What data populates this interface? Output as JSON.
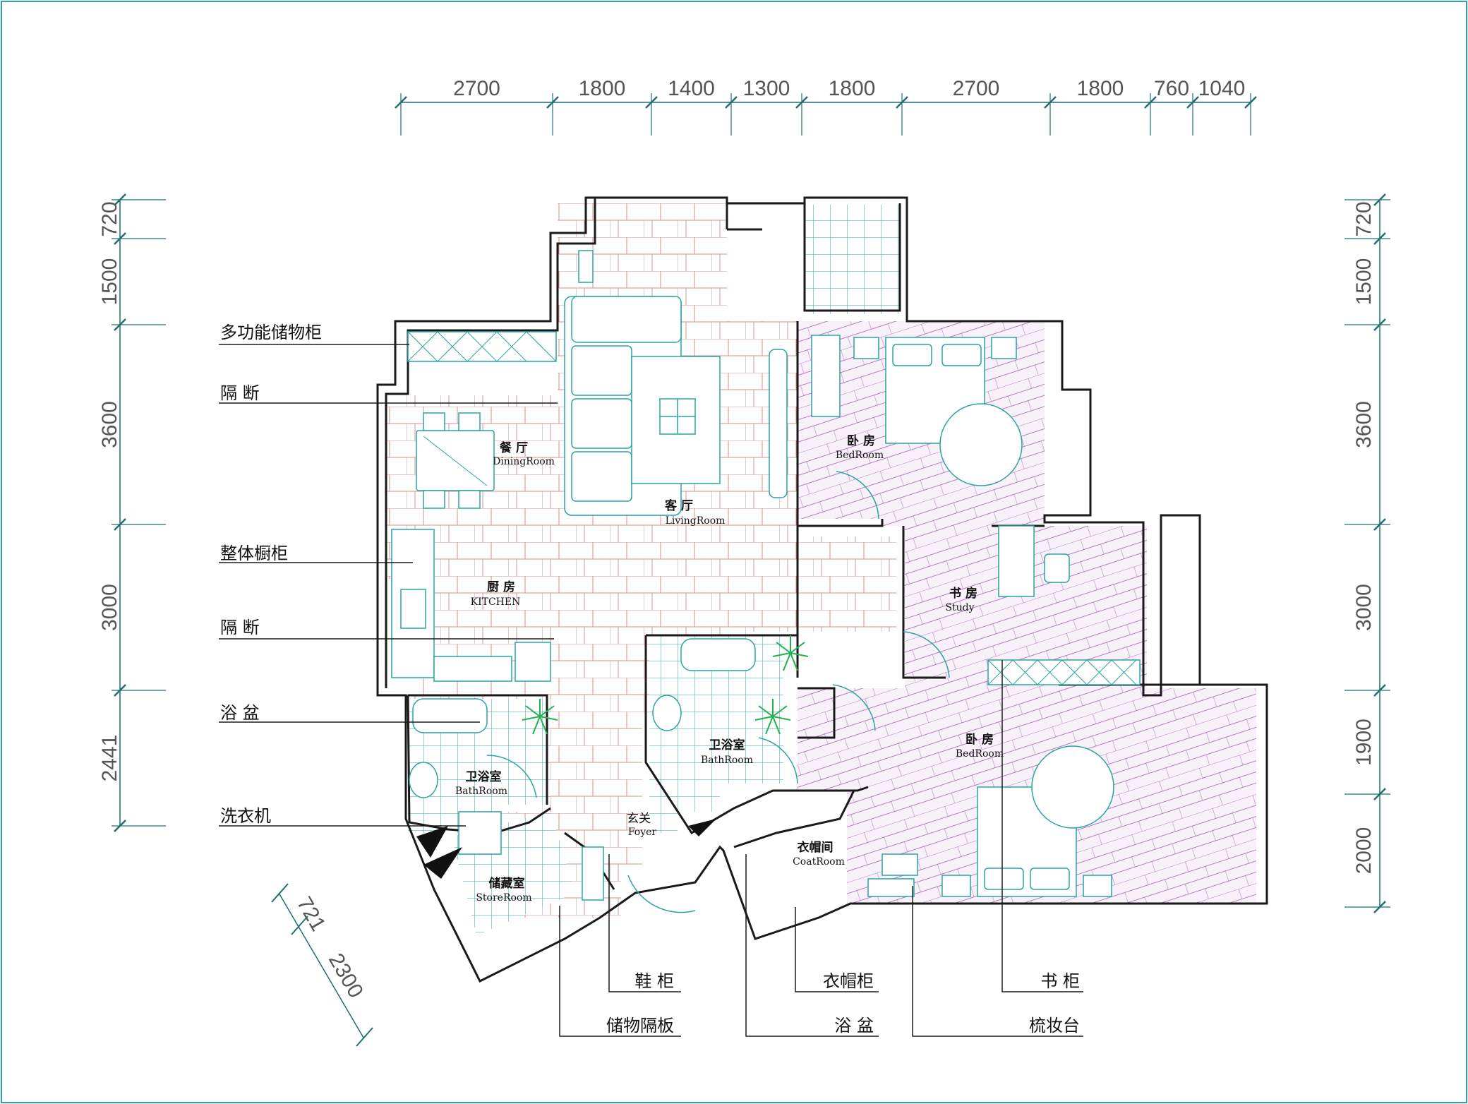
{
  "top_dimensions": [
    "2700",
    "1800",
    "1400",
    "1300",
    "1800",
    "2700",
    "1800",
    "760",
    "1040"
  ],
  "left_dimensions": [
    "720",
    "1500",
    "3600",
    "3000",
    "2441"
  ],
  "right_dimensions": [
    "720",
    "1500",
    "3600",
    "3000",
    "1900",
    "2000"
  ],
  "angled_dimensions": [
    "721",
    "2300"
  ],
  "rooms": {
    "dining": {
      "cn": "餐 厅",
      "en": "DiningRoom"
    },
    "living": {
      "cn": "客 厅",
      "en": "LivingRoom"
    },
    "kitchen": {
      "cn": "厨 房",
      "en": "KITCHEN"
    },
    "bath_left": {
      "cn": "卫浴室",
      "en": "BathRoom"
    },
    "store": {
      "cn": "储藏室",
      "en": "StoreRoom"
    },
    "foyer": {
      "cn": "玄关",
      "en": "Foyer"
    },
    "bath_mid": {
      "cn": "卫浴室",
      "en": "BathRoom"
    },
    "coat": {
      "cn": "衣帽间",
      "en": "CoatRoom"
    },
    "bedroom1": {
      "cn": "卧 房",
      "en": "BedRoom"
    },
    "study": {
      "cn": "书 房",
      "en": "Study"
    },
    "bedroom2": {
      "cn": "卧 房",
      "en": "BedRoom"
    }
  },
  "left_labels": [
    "多功能储物柜",
    "隔 断",
    "整体橱柜",
    "隔 断",
    "浴 盆",
    "洗衣机"
  ],
  "bottom_labels": {
    "shoe_cabinet": "鞋 柜",
    "storage_board": "储物隔板",
    "coat_cabinet": "衣帽柜",
    "bathtub": "浴 盆",
    "bookcase": "书 柜",
    "dresser": "梳妆台"
  },
  "colors": {
    "wall": "#1a1a1a",
    "cyan": "#2aa3a3",
    "tile_red": "#c0392b",
    "floor_purple": "#8a3f98",
    "purple_fill": "#f6eef8",
    "dim_line": "#1f6f6f",
    "plant": "#22b14c"
  }
}
